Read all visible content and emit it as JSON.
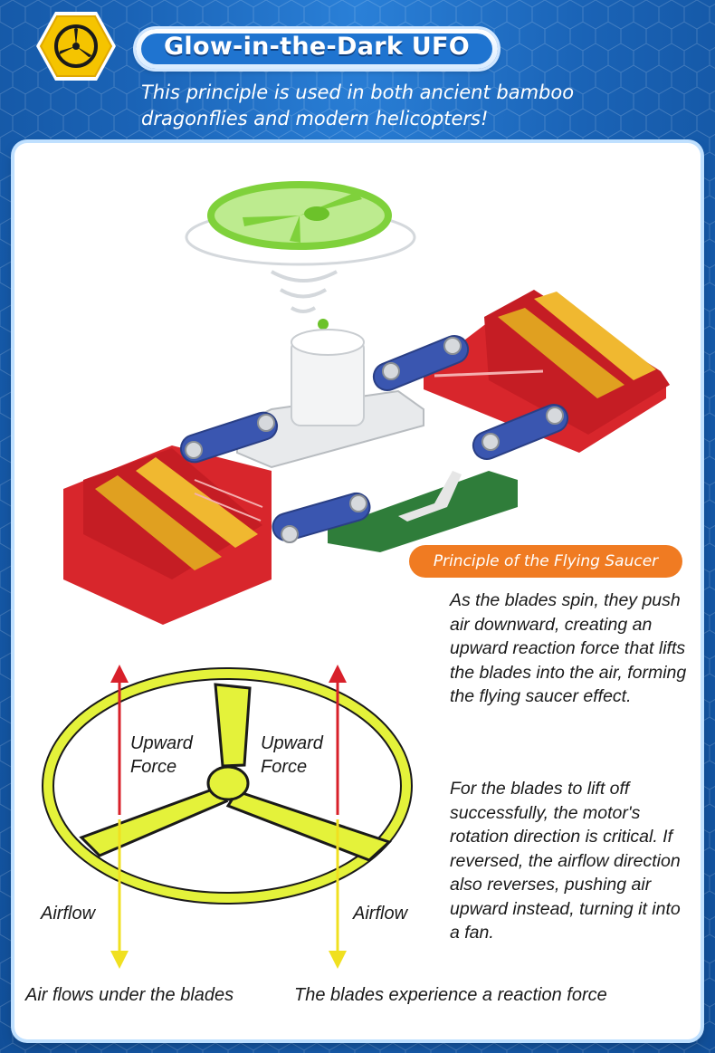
{
  "header": {
    "title": "Glow-in-the-Dark UFO",
    "subtitle": "This principle is used in both ancient bamboo dragonflies and modern helicopters!"
  },
  "principle": {
    "badge": "Principle of the Flying Saucer",
    "paragraph1": "As the blades spin, they push air downward, creating an upward reaction force that lifts the blades into the air, forming the flying saucer effect.",
    "paragraph2": "For the blades to lift off successfully, the motor's rotation direction is critical. If reversed, the airflow direction also reverses, pushing air upward instead, turning it into a fan."
  },
  "diagram": {
    "upward_force_left_line1": "Upward",
    "upward_force_left_line2": "Force",
    "upward_force_right_line1": "Upward",
    "upward_force_right_line2": "Force",
    "airflow_left": "Airflow",
    "airflow_right": "Airflow",
    "caption_left": "Air flows under the blades",
    "caption_right": "The blades experience a reaction force"
  },
  "colors": {
    "background_blue": "#1a63b6",
    "badge_yellow": "#f5c400",
    "accent_orange": "#f07b22",
    "blade_green": "#7fd13b",
    "blade_yellow": "#e4f23a",
    "arrow_red": "#d8202a",
    "arrow_yellow": "#f0e020",
    "battery_red": "#d8262c",
    "connector_blue": "#3a56b0",
    "switch_green": "#2f7d3a"
  },
  "icons": [
    "propeller-icon"
  ]
}
